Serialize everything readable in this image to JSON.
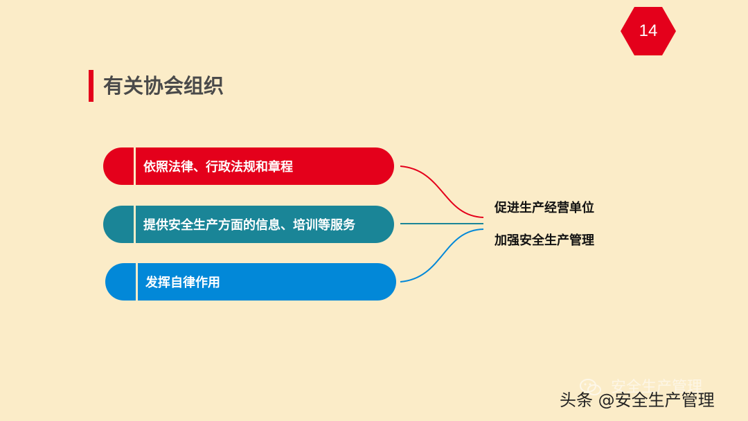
{
  "page_number": "14",
  "title": "有关协会组织",
  "items": [
    {
      "label": "依照法律、行政法规和章程",
      "color": "#e4001b"
    },
    {
      "label": "提供安全生产方面的信息、培训等服务",
      "color": "#1a8597"
    },
    {
      "label": "发挥自律作用",
      "color": "#0288d8"
    }
  ],
  "result_lines": [
    "促进生产经营单位",
    "加强安全生产管理"
  ],
  "watermark_text": "安全生产管理",
  "credit_text": "头条 @安全生产管理",
  "icons": {
    "watermark": "wechat-icon"
  }
}
